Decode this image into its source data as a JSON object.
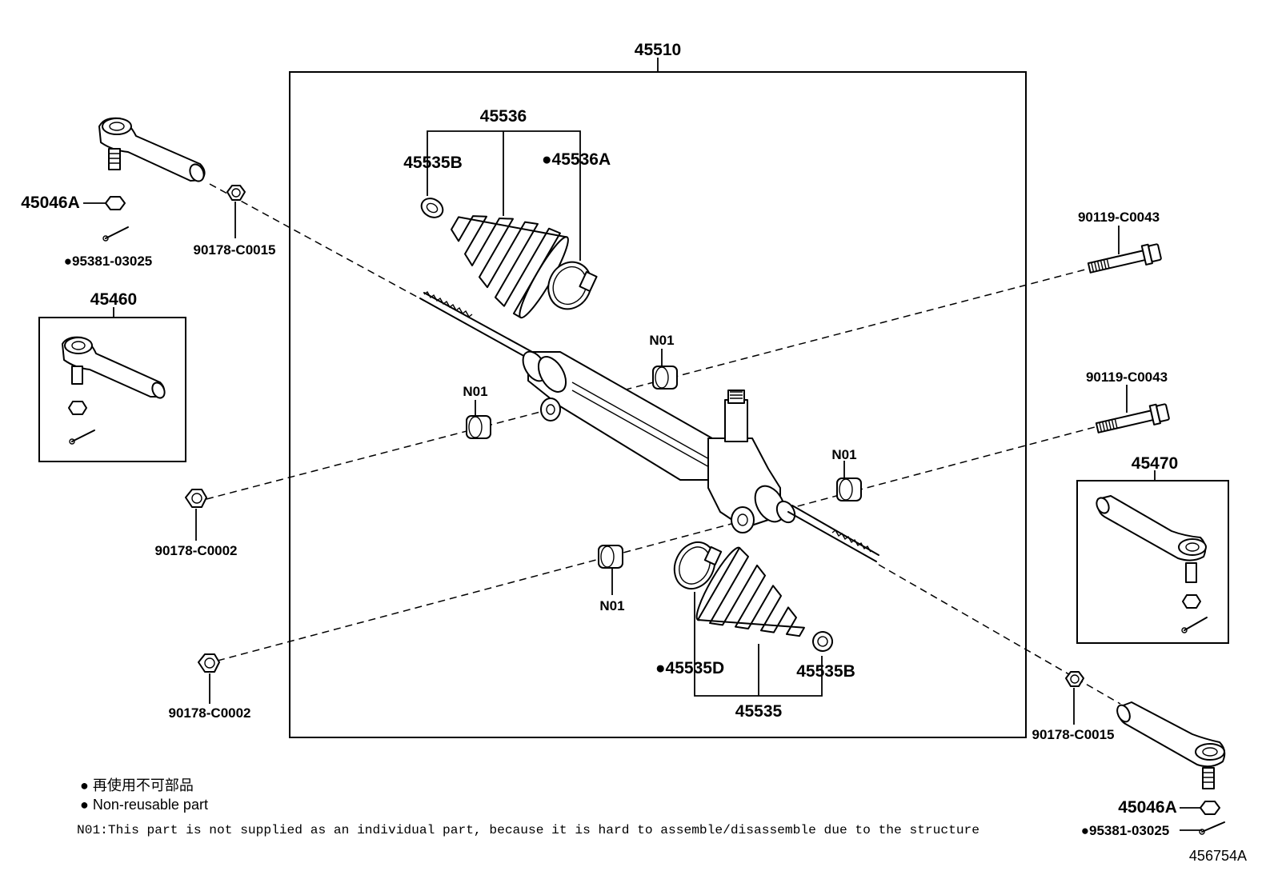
{
  "callouts": {
    "assembly": "45510",
    "boot_set_upper": "45536",
    "clamp_upper_small": "45535B",
    "clamp_upper_large": "●45536A",
    "nut_left_top": "45046A",
    "cotter_left_top": "●95381-03025",
    "nut_left_upper": "90178-C0015",
    "tie_rod_end_left": "45460",
    "grommet_n01_a": "N01",
    "grommet_n01_b": "N01",
    "grommet_n01_c": "N01",
    "grommet_n01_d": "N01",
    "bolt_right_upper": "90119-C0043",
    "bolt_right_lower": "90119-C0043",
    "tie_rod_end_right": "45470",
    "nut_left_mid": "90178-C0002",
    "nut_left_low": "90178-C0002",
    "clamp_lower_large": "●45535D",
    "clamp_lower_small": "45535B",
    "boot_set_lower": "45535",
    "nut_right_lower": "90178-C0015",
    "nut_right_bottom": "45046A",
    "cotter_right_bottom": "●95381-03025"
  },
  "legend": {
    "non_reusable_jp": "● 再使用不可部品",
    "non_reusable_en": "● Non-reusable part",
    "n01_note": "N01:This part is not supplied as an individual part, because it is hard to assemble/disassemble due to the structure"
  },
  "figure_id": "456754A"
}
